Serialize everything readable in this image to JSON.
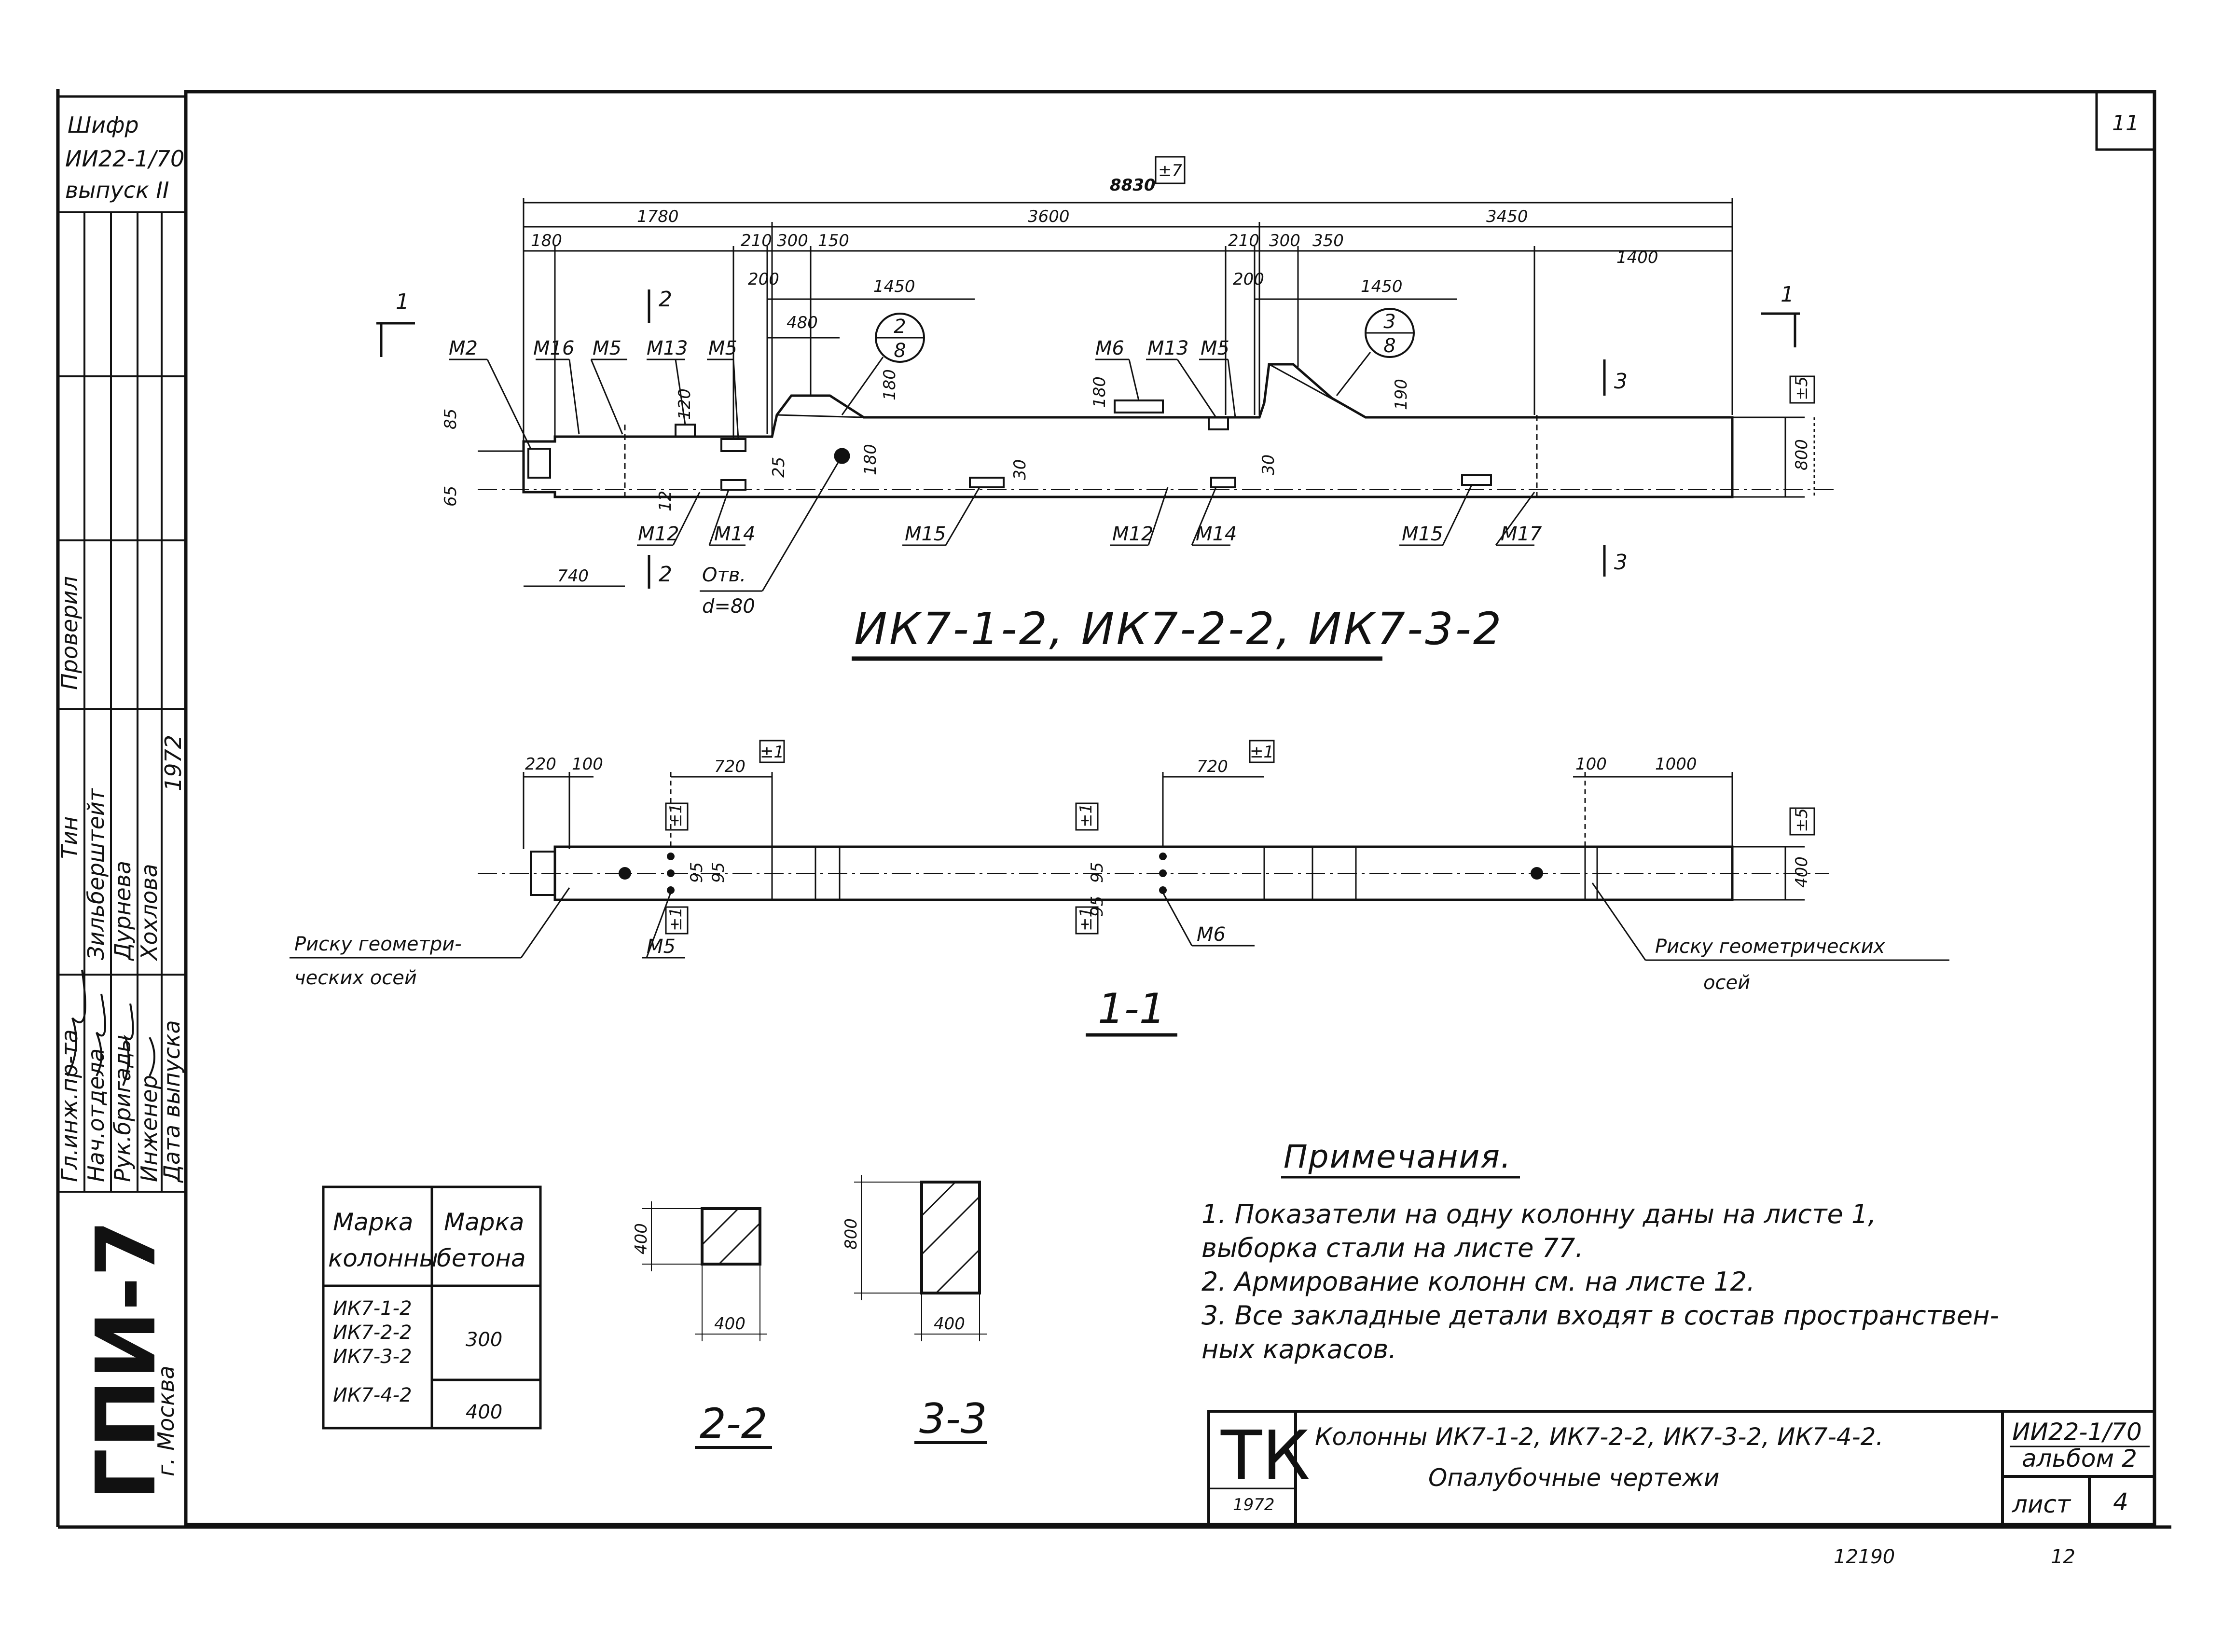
{
  "sheet_number": "11",
  "bottom_numbers": {
    "left": "12190",
    "right": "12"
  },
  "side_stamp": {
    "cipher_label": "Шифр",
    "cipher": "ИИ22-1/70",
    "issue": "выпуск II",
    "roles": [
      "Гл.инж.пр-та",
      "Нач.отдела",
      "Рук.бригады",
      "Инженер"
    ],
    "names": [
      "Зильберштейт",
      "Дурнева",
      "Хохлова"
    ],
    "checked": "Проверил",
    "tin": "Тин",
    "date_label": "Дата выпуска",
    "year": "1972",
    "org": "ГПИ-7",
    "city": "г. Москва"
  },
  "elevation": {
    "overall_dim": "8830",
    "overall_tol": "±7",
    "segments": [
      "1780",
      "3600",
      "3450"
    ],
    "sub_dims": [
      "180",
      "210",
      "300",
      "150",
      "200",
      "480",
      "1450",
      "210",
      "300",
      "350",
      "200",
      "1450",
      "1400"
    ],
    "vert_dims": [
      "85",
      "65",
      "120",
      "180",
      "180",
      "180",
      "190",
      "800",
      "25",
      "12",
      "30",
      "30"
    ],
    "dim_740": "740",
    "tol_right": "±5",
    "parts": [
      "M2",
      "M16",
      "M5",
      "M13",
      "M5",
      "M6",
      "M13",
      "M5",
      "M12",
      "M14",
      "M15",
      "M12",
      "M14",
      "M15",
      "M17"
    ],
    "hole_label": "Отв.",
    "hole_diam": "d=80",
    "node1_top": "2",
    "node1_bot": "8",
    "node2_top": "3",
    "node2_bot": "8",
    "cut1": "1",
    "cut2": "2",
    "cut3": "3",
    "title": "ИК7-1-2,  ИК7-2-2,  ИК7-3-2"
  },
  "plan": {
    "dims": [
      "220",
      "100",
      "720",
      "720",
      "100",
      "1000",
      "400"
    ],
    "tol": "±1",
    "tol_right": "±5",
    "spacing": [
      "95",
      "95",
      "95",
      "95"
    ],
    "part_m5": "M5",
    "part_m6": "M6",
    "leader_left_1": "Риску геометри-",
    "leader_left_2": "ческих осей",
    "leader_right_1": "Риску геометрических",
    "leader_right_2": "осей",
    "title": "1-1"
  },
  "table": {
    "header_col1": [
      "Марка",
      "колонны"
    ],
    "header_col2": [
      "Марка",
      "бетона"
    ],
    "rows": [
      {
        "cols": [
          "ИК7-1-2",
          "ИК7-2-2",
          "ИК7-3-2"
        ],
        "concrete": "300"
      },
      {
        "cols": [
          "ИК7-4-2"
        ],
        "concrete": "400"
      }
    ]
  },
  "sections": [
    {
      "title": "2-2",
      "height": "400",
      "width": "400"
    },
    {
      "title": "3-3",
      "height": "800",
      "width": "400"
    }
  ],
  "notes": {
    "heading": "Примечания.",
    "items": [
      "1. Показатели  на одну колонну даны на листе 1,",
      "    выборка стали на листе 77.",
      "2. Армирование колонн см. на листе 12.",
      "3. Все закладные детали входят в состав пространствен-",
      "    ных каркасов."
    ]
  },
  "title_block": {
    "logo": "ТК",
    "year": "1972",
    "line1": "Колонны ИК7-1-2, ИК7-2-2, ИК7-3-2, ИК7-4-2.",
    "line2": "Опалубочные чертежи",
    "code": "ИИ22-1/70",
    "album": "альбом 2",
    "sheet_label": "лист",
    "sheet_no": "4"
  }
}
